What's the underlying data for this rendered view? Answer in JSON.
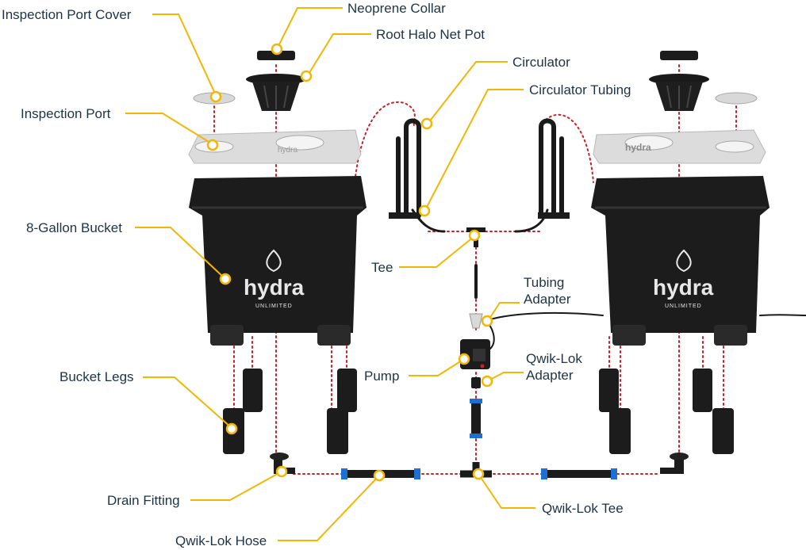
{
  "brand": {
    "name": "hydra",
    "tagline": "UNLIMITED",
    "lid_text": "hydra"
  },
  "labels": {
    "inspection_port_cover": "Inspection Port Cover",
    "neoprene_collar": "Neoprene Collar",
    "root_halo_net_pot": "Root Halo Net Pot",
    "circulator": "Circulator",
    "circulator_tubing": "Circulator Tubing",
    "inspection_port": "Inspection Port",
    "bucket_8_gallon": "8-Gallon Bucket",
    "tee": "Tee",
    "tubing_adapter_1": "Tubing",
    "tubing_adapter_2": "Adapter",
    "bucket_legs": "Bucket Legs",
    "pump": "Pump",
    "qwiklok_adapter_1": "Qwik-Lok",
    "qwiklok_adapter_2": "Adapter",
    "drain_fitting": "Drain Fitting",
    "qwiklok_tee": "Qwik-Lok Tee",
    "qwiklok_hose": "Qwik-Lok Hose"
  },
  "colors": {
    "label_text": "#1e3346",
    "leader": "#f2b705",
    "dotted_guide": "#c8202a",
    "bucket": "#1c1c1c",
    "lid": "#dcdcdc",
    "qwiklok_accent": "#1f6fd1"
  }
}
